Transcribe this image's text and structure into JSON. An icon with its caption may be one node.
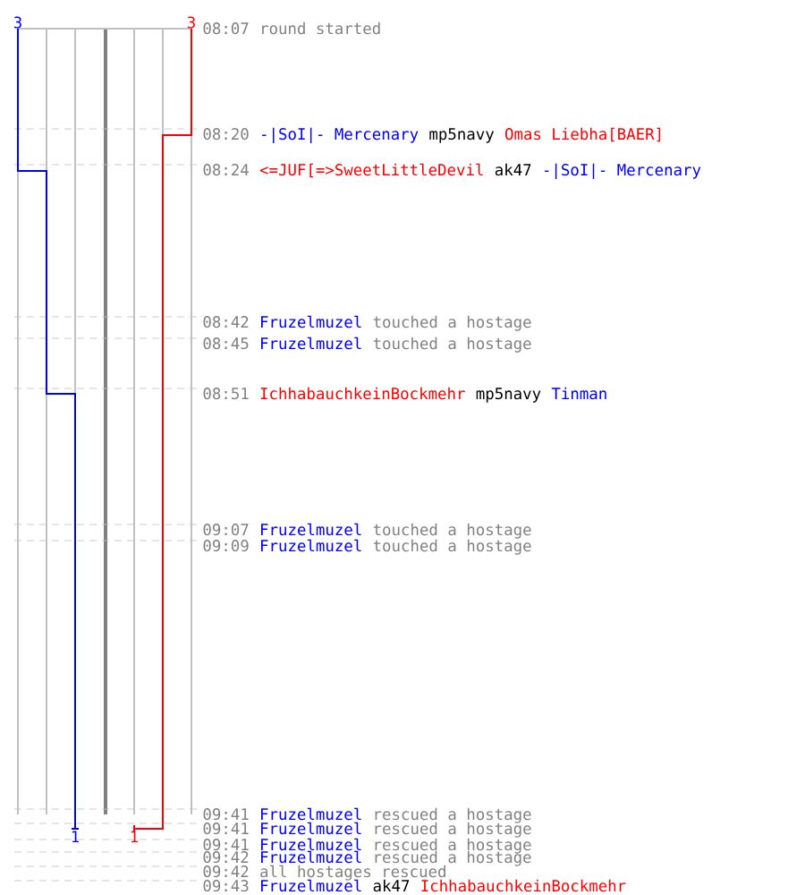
{
  "diagram": {
    "labels": [
      "3",
      "3",
      "08:07",
      "round started",
      "08:20",
      "-|SoI|- Mercenary",
      "mp5navy",
      "Omas Liebha[BAER]",
      "08:24",
      "<=JUF[=>SweetLittleDevil",
      "ak47",
      "-|SoI|- Mercenary",
      "08:42",
      "Fruzelmuzel",
      "touched a hostage",
      "08:45",
      "Fruzelmuzel",
      "touched a hostage",
      "08:51",
      "IchhabauchkeinBockmehr",
      "mp5navy",
      "Tinman",
      "09:07",
      "Fruzelmuzel",
      "touched a hostage",
      "09:09",
      "Fruzelmuzel",
      "touched a hostage",
      "09:41",
      "Fruzelmuzel",
      "rescued a hostage",
      "09:41",
      "Fruzelmuzel",
      "rescued a hostage",
      "09:41",
      "Fruzelmuzel",
      "rescued a hostage",
      "09:42",
      "Fruzelmuzel",
      "rescued a hostage",
      "09:42",
      "all hostages rescued",
      "09:43",
      "Fruzelmuzel",
      "ak47",
      "IchhabauchkeinBockmehr",
      "1",
      "1"
    ]
  }
}
